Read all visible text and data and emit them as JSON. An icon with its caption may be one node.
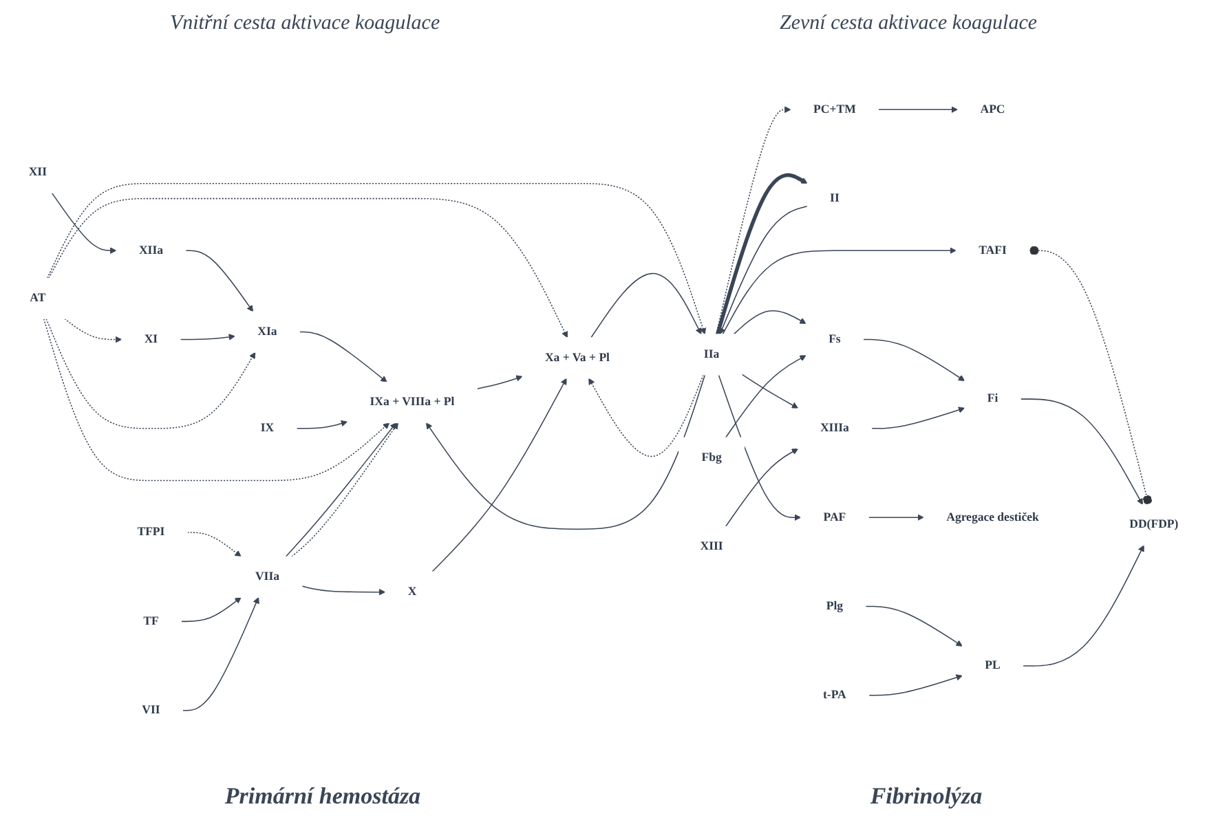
{
  "diagram": {
    "nodes": [
      {
        "text": [
          "XII"
        ]
      },
      {
        "text": [
          "XIIa"
        ]
      },
      {
        "text": [
          "XI"
        ]
      },
      {
        "text": [
          "XIa"
        ]
      },
      {
        "text": [
          "IX"
        ]
      },
      {
        "text": [
          "IXa + VIIIa + Pl"
        ]
      },
      {
        "text": [
          "TFPI"
        ]
      },
      {
        "text": [
          "TF"
        ]
      },
      {
        "text": [
          "VII"
        ]
      },
      {
        "text": [
          "VIIa"
        ]
      },
      {
        "text": [
          "AT"
        ]
      },
      {
        "text": [
          "X"
        ]
      },
      {
        "text": [
          "Xa + Va + Pl"
        ]
      },
      {
        "text": [
          "APC"
        ]
      },
      {
        "text": [
          "PC+TM"
        ]
      },
      {
        "text": [
          "XIII"
        ]
      },
      {
        "text": [
          "II"
        ]
      },
      {
        "text": [
          "IIa"
        ]
      },
      {
        "text": [
          "XIIIa"
        ]
      },
      {
        "text": [
          "Fbg"
        ]
      },
      {
        "text": [
          "Fs"
        ]
      },
      {
        "text": [
          "Fi"
        ]
      },
      {
        "text": [
          "TAFI"
        ]
      },
      {
        "text": [
          "PAF"
        ]
      },
      {
        "text": [
          "Agregace destiček"
        ]
      },
      {
        "text": [
          "Plg"
        ]
      },
      {
        "text": [
          "PL"
        ]
      },
      {
        "text": [
          "t-PA"
        ]
      },
      {
        "text": [
          "DD(FDP)"
        ]
      }
    ],
    "edges": [
      {
        "from": 0,
        "to": 1,
        "arrow": "to"
      },
      {
        "from": 1,
        "to": 3,
        "arrow": "to"
      },
      {
        "from": 2,
        "to": 3,
        "arrow": "to"
      },
      {
        "from": 3,
        "to": 5,
        "arrow": "to"
      },
      {
        "from": 4,
        "to": 5,
        "arrow": "to"
      },
      {
        "from": 10,
        "to": 2,
        "arrow": "to",
        "style": "dashed"
      },
      {
        "from": 10,
        "to": 3,
        "arrow": "to",
        "style": "dashed"
      },
      {
        "from": 10,
        "to": 5,
        "arrow": "to",
        "style": "dashed"
      },
      {
        "from": 10,
        "to": 12,
        "arrow": "to",
        "style": "dashed"
      },
      {
        "from": 10,
        "to": 17,
        "arrow": "to",
        "style": "dashed"
      },
      {
        "from": 6,
        "to": 9,
        "arrow": "to",
        "style": "dashed"
      },
      {
        "from": 7,
        "to": 9,
        "arrow": "to"
      },
      {
        "from": 8,
        "to": 9,
        "arrow": "to"
      },
      {
        "from": 9,
        "to": 5,
        "arrow": "to"
      },
      {
        "from": 9,
        "to": 5,
        "arrow": "to",
        "style": "dashed"
      },
      {
        "from": 9,
        "to": 11,
        "arrow": "to"
      },
      {
        "from": 5,
        "to": 12,
        "arrow": "to"
      },
      {
        "from": 11,
        "to": 12,
        "arrow": "to"
      },
      {
        "from": 12,
        "to": 17,
        "arrow": "to"
      },
      {
        "from": 16,
        "to": 17,
        "arrow": "to"
      },
      {
        "from": 17,
        "to": 12,
        "arrow": "to",
        "style": "dashed"
      },
      {
        "from": 17,
        "to": 5,
        "arrow": "to"
      },
      {
        "from": 17,
        "to": 14,
        "arrow": "to",
        "style": "dashed"
      },
      {
        "from": 14,
        "to": 13,
        "arrow": "to"
      },
      {
        "from": 17,
        "to": 16,
        "arrow": "to",
        "style": "thick"
      },
      {
        "from": 17,
        "to": 18,
        "arrow": "to"
      },
      {
        "from": 15,
        "to": 18,
        "arrow": "to"
      },
      {
        "from": 17,
        "to": 20,
        "arrow": "to"
      },
      {
        "from": 19,
        "to": 20,
        "arrow": "to"
      },
      {
        "from": 17,
        "to": 22,
        "arrow": "to"
      },
      {
        "from": 17,
        "to": 23,
        "arrow": "to"
      },
      {
        "from": 23,
        "to": 24,
        "arrow": "to"
      },
      {
        "from": 20,
        "to": 21,
        "arrow": "to"
      },
      {
        "from": 18,
        "to": 21,
        "arrow": "to"
      },
      {
        "from": 22,
        "to": 28,
        "arrow": "other",
        "style": "dashed"
      },
      {
        "from": 25,
        "to": 26,
        "arrow": "to"
      },
      {
        "from": 27,
        "to": 26,
        "arrow": "to"
      },
      {
        "from": 21,
        "to": 28,
        "arrow": "to"
      },
      {
        "from": 26,
        "to": 28,
        "arrow": "to"
      }
    ],
    "labels": [
      "Vnitřní cesta aktivace koagulace",
      "Zevní cesta aktivace koagulace",
      "Primární hemostáza",
      "Fibrinolýza"
    ]
  }
}
